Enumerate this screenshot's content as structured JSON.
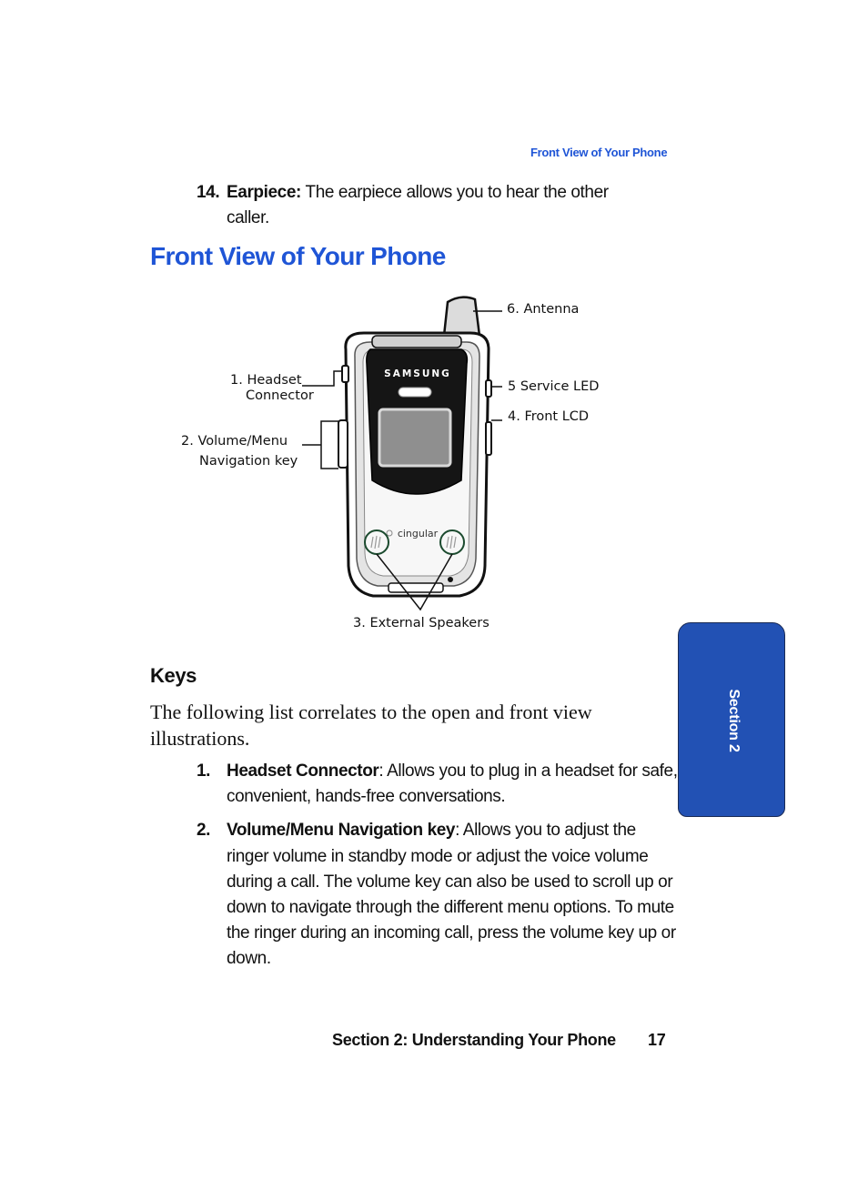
{
  "running_head": "Front View of Your Phone",
  "item14": {
    "number": "14.",
    "term": "Earpiece:",
    "text_line1": " The earpiece allows you to hear the other",
    "text_line2": "caller."
  },
  "section_title": "Front View of Your Phone",
  "figure": {
    "brand": "SAMSUNG",
    "carrier": "cingular",
    "callouts": {
      "headset_line1": "1. Headset",
      "headset_line2": "Connector",
      "volume_line1": "2. Volume/Menu",
      "volume_line2": "Navigation key",
      "speakers": "3. External Speakers",
      "front_lcd": "4. Front LCD",
      "service_led": "5 Service LED",
      "antenna": "6. Antenna"
    }
  },
  "keys": {
    "heading": "Keys",
    "intro": "The following list correlates to the open and front view illustrations.",
    "items": [
      {
        "number": "1.",
        "term": "Headset Connector",
        "text": ": Allows you to plug in a headset for safe, convenient, hands-free conversations."
      },
      {
        "number": "2.",
        "term": "Volume/Menu Navigation key",
        "text": ": Allows you to adjust the ringer volume in standby mode or adjust the voice volume during a call. The volume key can also be used to scroll up or down to navigate through the different menu options. To mute the ringer during an incoming call, press the volume key up or down."
      }
    ]
  },
  "footer": {
    "section_label": "Section 2: Understanding Your Phone",
    "page_number": "17"
  },
  "side_tab": "Section 2",
  "colors": {
    "accent_blue": "#1f55d6",
    "tab_blue": "#2251b4"
  }
}
